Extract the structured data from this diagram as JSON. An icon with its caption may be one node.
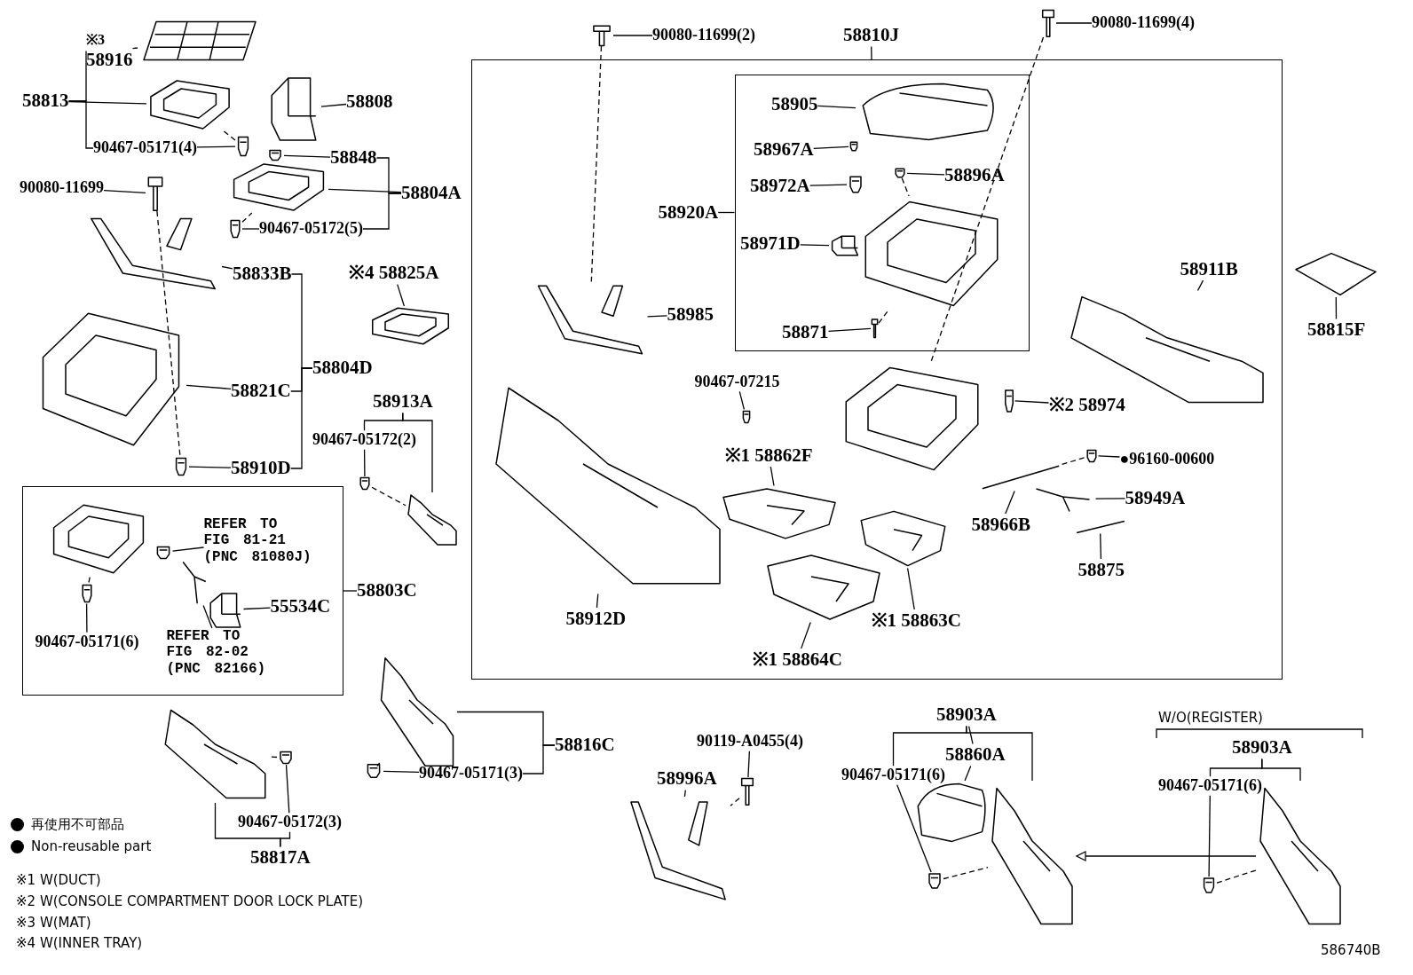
{
  "diagram": {
    "nodes": [
      {
        "text": [
          "※3",
          "58916"
        ]
      },
      {
        "text": [],
        "shape": "picture"
      },
      {
        "text": [
          "58813"
        ]
      },
      {
        "text": [],
        "shape": "picture"
      },
      {
        "text": [
          "90467-05171(4)"
        ]
      },
      {
        "text": [],
        "shape": "picture"
      },
      {
        "text": [],
        "shape": "picture"
      },
      {
        "text": [
          "58808"
        ]
      },
      {
        "text": [],
        "shape": "picture"
      },
      {
        "text": [
          "58848"
        ]
      },
      {
        "text": [],
        "shape": "picture"
      },
      {
        "text": [
          "58804A"
        ]
      },
      {
        "text": [],
        "shape": "picture"
      },
      {
        "text": [
          "90467-05172(5)"
        ]
      },
      {
        "text": [
          "90080-11699"
        ]
      },
      {
        "text": [],
        "shape": "picture"
      },
      {
        "text": [],
        "shape": "picture"
      },
      {
        "text": [
          "58833B"
        ]
      },
      {
        "text": [],
        "shape": "picture"
      },
      {
        "text": [
          "58821C"
        ]
      },
      {
        "text": [
          "58804D"
        ]
      },
      {
        "text": [],
        "shape": "picture"
      },
      {
        "text": [
          "58910D"
        ]
      },
      {
        "text": [
          "※4 58825A"
        ]
      },
      {
        "text": [],
        "shape": "picture"
      },
      {
        "text": [
          "58913A"
        ]
      },
      {
        "text": [
          "90467-05172(2)"
        ]
      },
      {
        "text": [],
        "shape": "picture"
      },
      {
        "text": [],
        "shape": "picture"
      },
      {
        "text": [],
        "shape": "box"
      },
      {
        "text": [],
        "shape": "picture",
        "in": 29
      },
      {
        "text": [],
        "shape": "picture",
        "in": 29
      },
      {
        "text": [
          "REFER TO FIG 81-21 (PNC 81080J)"
        ],
        "in": 29
      },
      {
        "text": [],
        "shape": "picture",
        "in": 29
      },
      {
        "text": [
          "90467-05171(6)"
        ],
        "in": 29
      },
      {
        "text": [],
        "shape": "picture",
        "in": 29
      },
      {
        "text": [
          "REFER TO FIG 82-02 (PNC 82166)"
        ],
        "in": 29
      },
      {
        "text": [],
        "shape": "picture",
        "in": 29
      },
      {
        "text": [
          "55534C"
        ],
        "in": 29
      },
      {
        "text": [
          "58803C"
        ]
      },
      {
        "text": [],
        "shape": "picture"
      },
      {
        "text": [],
        "shape": "picture"
      },
      {
        "text": [
          "90467-05172(3)"
        ]
      },
      {
        "text": [
          "58817A"
        ]
      },
      {
        "text": [],
        "shape": "picture"
      },
      {
        "text": [
          "58816C"
        ]
      },
      {
        "text": [],
        "shape": "picture"
      },
      {
        "text": [
          "90467-05171(3)"
        ]
      },
      {
        "text": [
          "58810J"
        ]
      },
      {
        "text": [],
        "shape": "box"
      },
      {
        "text": [],
        "shape": "picture"
      },
      {
        "text": [
          "90080-11699(2)"
        ]
      },
      {
        "text": [],
        "shape": "box",
        "in": 49
      },
      {
        "text": [
          "58920A"
        ],
        "in": 49
      },
      {
        "text": [],
        "shape": "picture",
        "in": 52
      },
      {
        "text": [
          "58905"
        ],
        "in": 52
      },
      {
        "text": [
          "58967A"
        ],
        "in": 52
      },
      {
        "text": [],
        "shape": "picture",
        "in": 52
      },
      {
        "text": [
          "58972A"
        ],
        "in": 52
      },
      {
        "text": [],
        "shape": "picture",
        "in": 52
      },
      {
        "text": [
          "58896A"
        ],
        "in": 52
      },
      {
        "text": [],
        "shape": "picture",
        "in": 52
      },
      {
        "text": [],
        "shape": "picture",
        "in": 52
      },
      {
        "text": [
          "58971D"
        ],
        "in": 52
      },
      {
        "text": [],
        "shape": "picture",
        "in": 52
      },
      {
        "text": [
          "58871"
        ],
        "in": 52
      },
      {
        "text": [],
        "shape": "picture",
        "in": 52
      },
      {
        "text": [],
        "shape": "picture",
        "in": 49
      },
      {
        "text": [
          "58985"
        ],
        "in": 49
      },
      {
        "text": [],
        "shape": "picture",
        "in": 49
      },
      {
        "text": [
          "58912D"
        ],
        "in": 49
      },
      {
        "text": [
          "90467-07215"
        ],
        "in": 49
      },
      {
        "text": [],
        "shape": "picture",
        "in": 49
      },
      {
        "text": [
          "※1 58862F"
        ],
        "in": 49
      },
      {
        "text": [],
        "shape": "picture",
        "in": 49
      },
      {
        "text": [],
        "shape": "picture",
        "in": 49
      },
      {
        "text": [
          "※1 58864C"
        ],
        "in": 49
      },
      {
        "text": [],
        "shape": "picture",
        "in": 49
      },
      {
        "text": [
          "※1 58863C"
        ],
        "in": 49
      },
      {
        "text": [],
        "shape": "picture",
        "in": 49
      },
      {
        "text": [],
        "shape": "picture"
      },
      {
        "text": [
          "90080-11699(4)"
        ]
      },
      {
        "text": [],
        "shape": "picture",
        "in": 49
      },
      {
        "text": [
          "※2 58974"
        ],
        "in": 49
      },
      {
        "text": [],
        "shape": "picture",
        "in": 49
      },
      {
        "text": [
          "●96160-00600"
        ],
        "in": 49
      },
      {
        "text": [],
        "shape": "picture",
        "in": 49
      },
      {
        "text": [
          "58966B"
        ],
        "in": 49
      },
      {
        "text": [],
        "shape": "picture",
        "in": 49
      },
      {
        "text": [
          "58949A"
        ],
        "in": 49
      },
      {
        "text": [],
        "shape": "picture",
        "in": 49
      },
      {
        "text": [
          "58875"
        ],
        "in": 49
      },
      {
        "text": [],
        "shape": "picture",
        "in": 49
      },
      {
        "text": [
          "58911B"
        ],
        "in": 49
      },
      {
        "text": [],
        "shape": "picture"
      },
      {
        "text": [
          "58815F"
        ]
      },
      {
        "text": [
          "90119-A0455(4)"
        ]
      },
      {
        "text": [],
        "shape": "picture"
      },
      {
        "text": [
          "58996A"
        ]
      },
      {
        "text": [],
        "shape": "picture"
      },
      {
        "text": [
          "58903A"
        ]
      },
      {
        "text": [
          "58860A"
        ]
      },
      {
        "text": [
          "90467-05171(6)"
        ]
      },
      {
        "text": [],
        "shape": "picture"
      },
      {
        "text": [],
        "shape": "picture"
      },
      {
        "text": [],
        "shape": "picture"
      },
      {
        "text": [
          "58903A"
        ]
      },
      {
        "text": [
          "90467-05171(6)"
        ]
      },
      {
        "text": [],
        "shape": "picture"
      },
      {
        "text": [],
        "shape": "picture"
      }
    ],
    "edges": [
      {
        "from": 0,
        "to": 1,
        "arrow": "none"
      },
      {
        "from": 2,
        "to": 3,
        "arrow": "none"
      },
      {
        "from": 2,
        "to": 0,
        "arrow": "none"
      },
      {
        "from": 2,
        "to": 4,
        "arrow": "none"
      },
      {
        "from": 4,
        "to": 5,
        "arrow": "none"
      },
      {
        "from": 5,
        "to": 3,
        "arrow": "none",
        "style": "dashed"
      },
      {
        "from": 7,
        "to": 6,
        "arrow": "none"
      },
      {
        "from": 9,
        "to": 8,
        "arrow": "none"
      },
      {
        "from": 11,
        "to": 9,
        "arrow": "none"
      },
      {
        "from": 11,
        "to": 10,
        "arrow": "none"
      },
      {
        "from": 11,
        "to": 13,
        "arrow": "none"
      },
      {
        "from": 13,
        "to": 12,
        "arrow": "none"
      },
      {
        "from": 12,
        "to": 10,
        "arrow": "none",
        "style": "dashed"
      },
      {
        "from": 14,
        "to": 15,
        "arrow": "none"
      },
      {
        "from": 15,
        "to": 21,
        "arrow": "none",
        "style": "dashed"
      },
      {
        "from": 17,
        "to": 16,
        "arrow": "none"
      },
      {
        "from": 19,
        "to": 18,
        "arrow": "none"
      },
      {
        "from": 20,
        "to": 17,
        "arrow": "none"
      },
      {
        "from": 20,
        "to": 19,
        "arrow": "none"
      },
      {
        "from": 20,
        "to": 22,
        "arrow": "none"
      },
      {
        "from": 22,
        "to": 21,
        "arrow": "none"
      },
      {
        "from": 23,
        "to": 24,
        "arrow": "none"
      },
      {
        "from": 25,
        "to": 26,
        "arrow": "none"
      },
      {
        "from": 25,
        "to": 28,
        "arrow": "none"
      },
      {
        "from": 26,
        "to": 27,
        "arrow": "none"
      },
      {
        "from": 27,
        "to": 28,
        "arrow": "none",
        "style": "dashed"
      },
      {
        "from": 39,
        "to": 29,
        "arrow": "none"
      },
      {
        "from": 32,
        "to": 31,
        "arrow": "none"
      },
      {
        "from": 34,
        "to": 33,
        "arrow": "none"
      },
      {
        "from": 33,
        "to": 30,
        "arrow": "none",
        "style": "dashed"
      },
      {
        "from": 36,
        "to": 35,
        "arrow": "none"
      },
      {
        "from": 38,
        "to": 37,
        "arrow": "none"
      },
      {
        "from": 43,
        "to": 40,
        "arrow": "none"
      },
      {
        "from": 43,
        "to": 42,
        "arrow": "none"
      },
      {
        "from": 42,
        "to": 41,
        "arrow": "none"
      },
      {
        "from": 41,
        "to": 40,
        "arrow": "none",
        "style": "dashed"
      },
      {
        "from": 45,
        "to": 44,
        "arrow": "none"
      },
      {
        "from": 45,
        "to": 47,
        "arrow": "none"
      },
      {
        "from": 47,
        "to": 46,
        "arrow": "none"
      },
      {
        "from": 46,
        "to": 44,
        "arrow": "none",
        "style": "dashed"
      },
      {
        "from": 48,
        "to": 49,
        "arrow": "none"
      },
      {
        "from": 51,
        "to": 50,
        "arrow": "none"
      },
      {
        "from": 50,
        "to": 67,
        "arrow": "none",
        "style": "dashed"
      },
      {
        "from": 53,
        "to": 52,
        "arrow": "none"
      },
      {
        "from": 55,
        "to": 54,
        "arrow": "none"
      },
      {
        "from": 56,
        "to": 57,
        "arrow": "none"
      },
      {
        "from": 58,
        "to": 59,
        "arrow": "none"
      },
      {
        "from": 60,
        "to": 61,
        "arrow": "none"
      },
      {
        "from": 61,
        "to": 62,
        "arrow": "none",
        "style": "dashed"
      },
      {
        "from": 63,
        "to": 64,
        "arrow": "none"
      },
      {
        "from": 65,
        "to": 66,
        "arrow": "none"
      },
      {
        "from": 66,
        "to": 62,
        "arrow": "none",
        "style": "dashed"
      },
      {
        "from": 68,
        "to": 67,
        "arrow": "none"
      },
      {
        "from": 70,
        "to": 69,
        "arrow": "none"
      },
      {
        "from": 71,
        "to": 72,
        "arrow": "none"
      },
      {
        "from": 73,
        "to": 74,
        "arrow": "none"
      },
      {
        "from": 76,
        "to": 75,
        "arrow": "none"
      },
      {
        "from": 78,
        "to": 77,
        "arrow": "none"
      },
      {
        "from": 81,
        "to": 80,
        "arrow": "none"
      },
      {
        "from": 80,
        "to": 79,
        "arrow": "none",
        "style": "dashed"
      },
      {
        "from": 83,
        "to": 82,
        "arrow": "none"
      },
      {
        "from": 85,
        "to": 84,
        "arrow": "none"
      },
      {
        "from": 84,
        "to": 86,
        "arrow": "none",
        "style": "dashed"
      },
      {
        "from": 87,
        "to": 86,
        "arrow": "none"
      },
      {
        "from": 89,
        "to": 88,
        "arrow": "none"
      },
      {
        "from": 91,
        "to": 90,
        "arrow": "none"
      },
      {
        "from": 93,
        "to": 92,
        "arrow": "none"
      },
      {
        "from": 95,
        "to": 94,
        "arrow": "none"
      },
      {
        "from": 96,
        "to": 97,
        "arrow": "none"
      },
      {
        "from": 97,
        "to": 99,
        "arrow": "none",
        "style": "dashed"
      },
      {
        "from": 98,
        "to": 99,
        "arrow": "none"
      },
      {
        "from": 100,
        "to": 102,
        "arrow": "none"
      },
      {
        "from": 100,
        "to": 104,
        "arrow": "none"
      },
      {
        "from": 100,
        "to": 101,
        "arrow": "none"
      },
      {
        "from": 101,
        "to": 103,
        "arrow": "none"
      },
      {
        "from": 102,
        "to": 105,
        "arrow": "none"
      },
      {
        "from": 105,
        "to": 104,
        "arrow": "none",
        "style": "dashed"
      },
      {
        "from": 106,
        "to": 107,
        "arrow": "none"
      },
      {
        "from": 106,
        "to": 108,
        "arrow": "none"
      },
      {
        "from": 107,
        "to": 109,
        "arrow": "none"
      },
      {
        "from": 109,
        "to": 108,
        "arrow": "none",
        "style": "dashed"
      },
      {
        "from": 108,
        "to": 104,
        "arrow": "to"
      }
    ],
    "labels": [
      "W/O(REGISTER)",
      "※1 W(DUCT)",
      "※2 W(CONSOLE COMPARTMENT DOOR LOCK PLATE)",
      "※3 W(MAT)",
      "※4 W(INNER TRAY)",
      "586740B"
    ],
    "legend": [
      {
        "text": "再使用不可部品"
      },
      {
        "text": "Non-reusable part"
      }
    ]
  }
}
